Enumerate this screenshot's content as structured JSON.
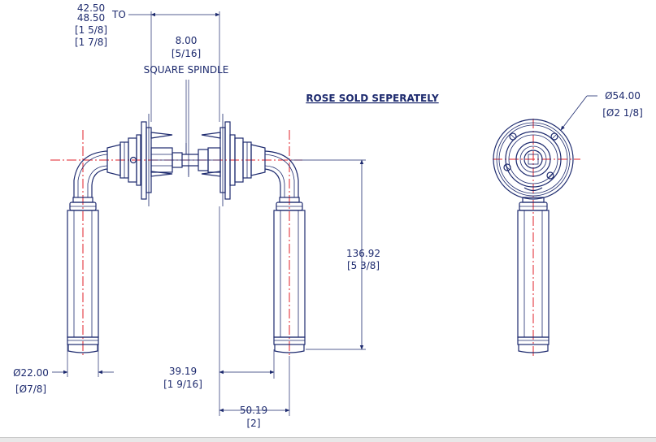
{
  "note": "ROSE SOLD SEPERATELY",
  "dimensions": {
    "setback_range": {
      "line1": "42.50",
      "line2": "48.50",
      "line3": "[1 5/8]",
      "line4": "[1 7/8]",
      "to": "TO"
    },
    "spindle": {
      "value": "8.00",
      "imperial": "[5/16]",
      "label": "SQUARE SPINDLE"
    },
    "lever_drop": {
      "value": "136.92",
      "imperial": "[5 3/8]"
    },
    "grip_diameter": {
      "value": "Ø22.00",
      "imperial": "[Ø7/8]"
    },
    "projection_a": {
      "value": "39.19",
      "imperial": "[1 9/16]"
    },
    "projection_b": {
      "value": "50.19",
      "imperial": "[2]"
    },
    "rose_diameter": {
      "value": "Ø54.00",
      "imperial": "[Ø2 1/8]"
    }
  },
  "colors": {
    "line": "#1d2a6e",
    "centerline": "#e0202a",
    "background": "#ffffff"
  }
}
